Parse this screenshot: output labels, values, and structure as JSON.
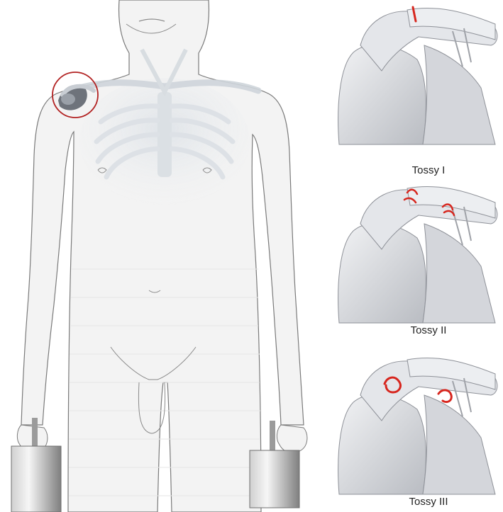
{
  "figure": {
    "panels": [
      {
        "label": "Tossy I",
        "tear_marks": 1
      },
      {
        "label": "Tossy II",
        "tear_marks": 2
      },
      {
        "label": "Tossy III",
        "tear_marks": 2
      }
    ],
    "colors": {
      "body_fill": "#f3f3f3",
      "outline": "#7a7a7a",
      "skeleton": "#dfe3e7",
      "highlight_circle": "#b22222",
      "tear": "#d7261e",
      "bone_fill": "#e8e9ec",
      "bone_shadow": "#9a9ca2",
      "weight_light": "#f4f4f4",
      "weight_dark": "#8c8c8c"
    },
    "icons": [
      "weight-icon",
      "weight-icon"
    ]
  }
}
